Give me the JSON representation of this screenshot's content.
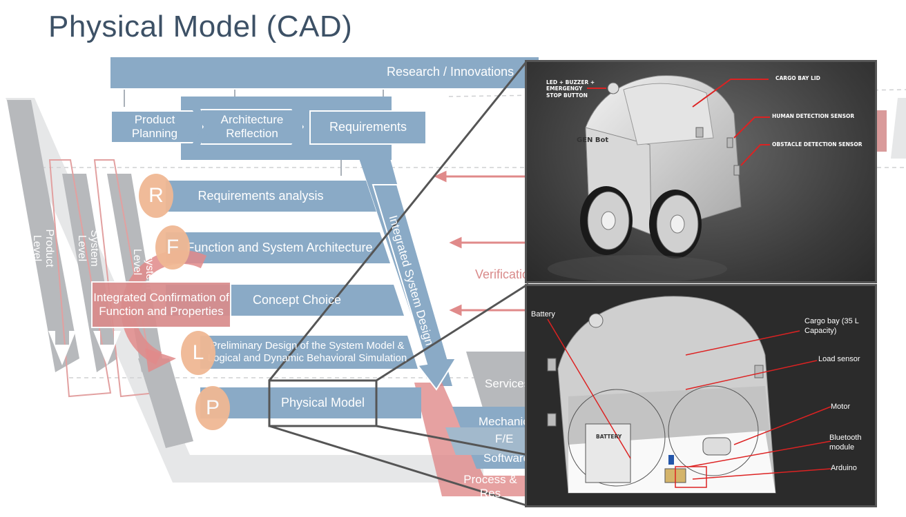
{
  "title": "Physical Model (CAD)",
  "top_bar": {
    "label": "Research / Innovations"
  },
  "planning": {
    "product_planning": "Product Planning",
    "architecture_reflection": "Architecture\nReflection",
    "requirements": "Requirements"
  },
  "levels": {
    "product": "Product\nLevel",
    "system": "System\nLevel",
    "subsystem": "Subsystem\nLevel"
  },
  "rflp": [
    {
      "letter": "R",
      "label": "Requirements analysis"
    },
    {
      "letter": "F",
      "label": "Function and System Architecture"
    },
    {
      "letter": "L",
      "label": "Preliminary Design of the System Model &\nLogical and Dynamic Behavioral Simulation"
    },
    {
      "letter": "P",
      "label": "Physical Model"
    }
  ],
  "concept_choice": "Concept Choice",
  "integrated_system_design": "Integrated System Design",
  "confirmation": "Integrated Confirmation of\nFunction and Properties",
  "verification": "Verification",
  "domains": {
    "services": "Services",
    "mechanics": "Mechanics",
    "fe": "F/E",
    "software": "Software",
    "process": "Process & Res"
  },
  "cad_top": {
    "bot_label": "GEN Bot",
    "annotations": {
      "led": "LED + BUZZER +\nEMERGENGY\nSTOP BUTTON",
      "cargo_lid": "CARGO BAY LID",
      "human_sensor": "HUMAN DETECTION SENSOR",
      "obstacle_sensor": "OBSTACLE DETECTION SENSOR"
    }
  },
  "cad_bottom": {
    "annotations": {
      "battery": "Battery",
      "cargo_bay": "Cargo bay (35 L\nCapacity)",
      "load_sensor": "Load sensor",
      "motor": "Motor",
      "bluetooth": "Bluetooth\nmodule",
      "arduino": "Arduino",
      "battery_box": "BATTERY"
    }
  },
  "colors": {
    "blue": "#8aaac6",
    "grey": "#b7b9bc",
    "peach": "#f0b894",
    "pink": "#e08a8a"
  }
}
